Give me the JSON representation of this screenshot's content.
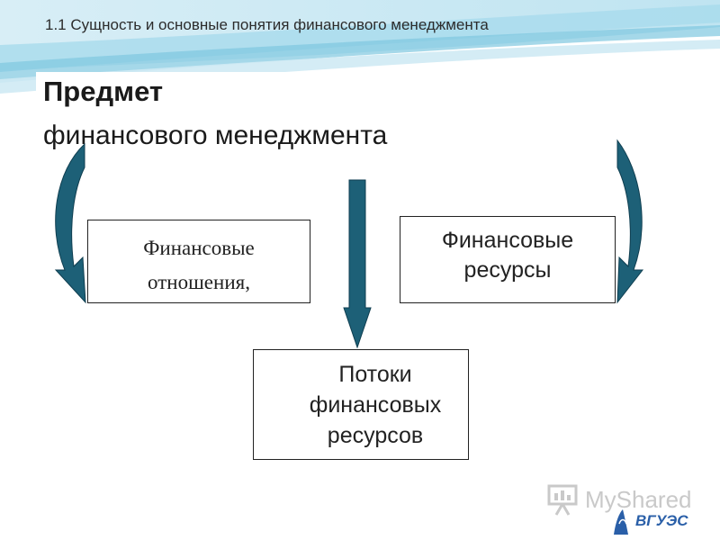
{
  "header": {
    "title": "1.1 Сущность и основные понятия финансового менеджмента"
  },
  "slide": {
    "title_line1": "Предмет",
    "title_line2": "финансового менеджмента"
  },
  "diagram": {
    "left_box": [
      "Финансовые",
      "отношения,"
    ],
    "right_box": [
      "Финансовые",
      "ресурсы"
    ],
    "bottom_box": [
      "Потоки",
      "финансовых",
      "ресурсов"
    ]
  },
  "watermark": {
    "text": "MyShared"
  },
  "logo": {
    "text": "ВГУЭС"
  },
  "colors": {
    "arrow": "#1d6077",
    "header_wave": "#8fd0e6"
  }
}
